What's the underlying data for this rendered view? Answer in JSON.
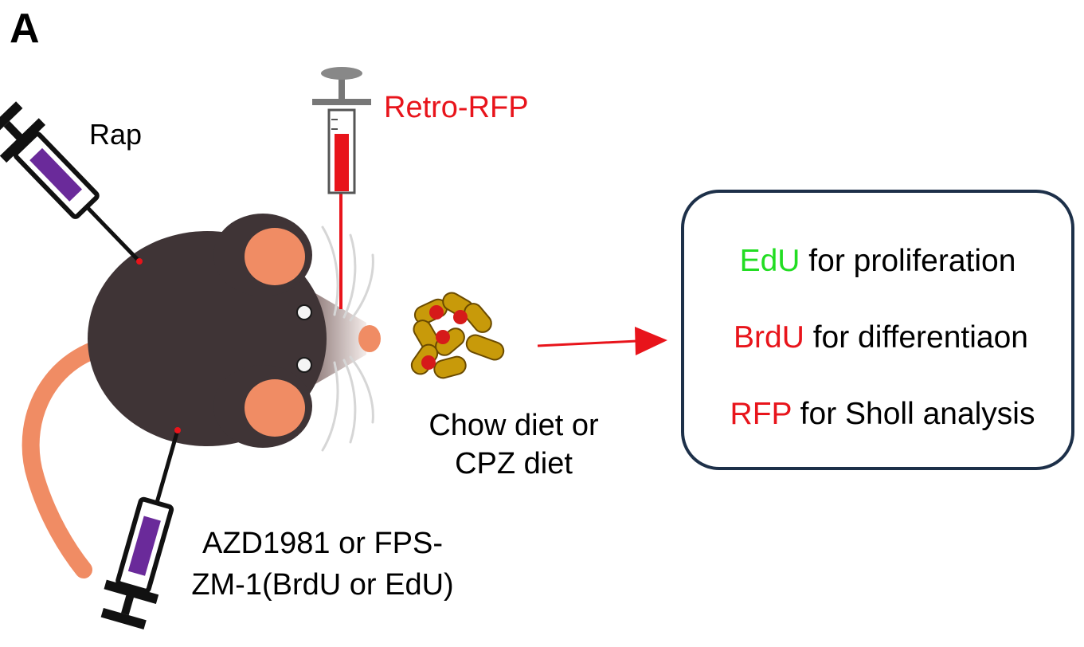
{
  "panel_label": "A",
  "syringes": {
    "rap_label": "Rap",
    "retro_label": "Retro-RFP",
    "drug_label_line1": "AZD1981 or FPS-",
    "drug_label_line2": "ZM-1(BrdU or EdU)"
  },
  "diet": {
    "line1": "Chow diet or",
    "line2": "CPZ diet"
  },
  "readouts": [
    {
      "marker": "EdU",
      "text": " for proliferation",
      "marker_color": "#22dd22"
    },
    {
      "marker": "BrdU",
      "text": " for differentiaon",
      "marker_color": "#e8141b"
    },
    {
      "marker": "RFP",
      "text": " for Sholl analysis",
      "marker_color": "#e8141b"
    }
  ],
  "colors": {
    "mouse_body": "#3f3436",
    "mouse_ear": "#f08c64",
    "tail": "#f08c64",
    "syringe_fill_purple": "#6a2a9a",
    "syringe_fill_red": "#e8141b",
    "pellet": "#c89a0a",
    "arrow": "#e8141b",
    "box_border": "#1d3049"
  },
  "icons": [
    "syringe-icon",
    "mouse-icon",
    "food-pellet-icon",
    "arrow-icon"
  ]
}
